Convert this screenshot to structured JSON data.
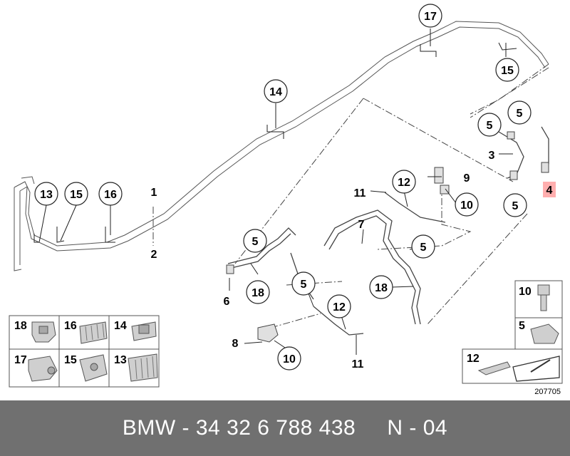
{
  "callouts": {
    "c17": "17",
    "c15a": "15",
    "c14": "14",
    "c5a": "5",
    "c5b": "5",
    "c13": "13",
    "c15b": "15",
    "c16": "16",
    "c12a": "12",
    "c10a": "10",
    "c5c": "5",
    "c5d": "5",
    "c5e": "5",
    "c18a": "18",
    "c5f": "5",
    "c18b": "18",
    "c12b": "12",
    "c10b": "10"
  },
  "labels": {
    "l1": "1",
    "l2": "2",
    "l3": "3",
    "l4": "4",
    "l6": "6",
    "l7": "7",
    "l8": "8",
    "l9": "9",
    "l11a": "11",
    "l11b": "11"
  },
  "legend_left": {
    "cells": [
      {
        "label": "18"
      },
      {
        "label": "16"
      },
      {
        "label": "14"
      },
      {
        "label": "17"
      },
      {
        "label": "15"
      },
      {
        "label": "13"
      }
    ]
  },
  "legend_right": {
    "c10": "10",
    "c5": "5",
    "c12": "12"
  },
  "ref_number": "207705",
  "footer": {
    "text": "BMW - 34 32 6 788 438     N - 04"
  },
  "colors": {
    "line": "#222222",
    "highlight": "#ff0000",
    "footer_bg": "#707070",
    "part_fill": "#cfcfcf"
  }
}
